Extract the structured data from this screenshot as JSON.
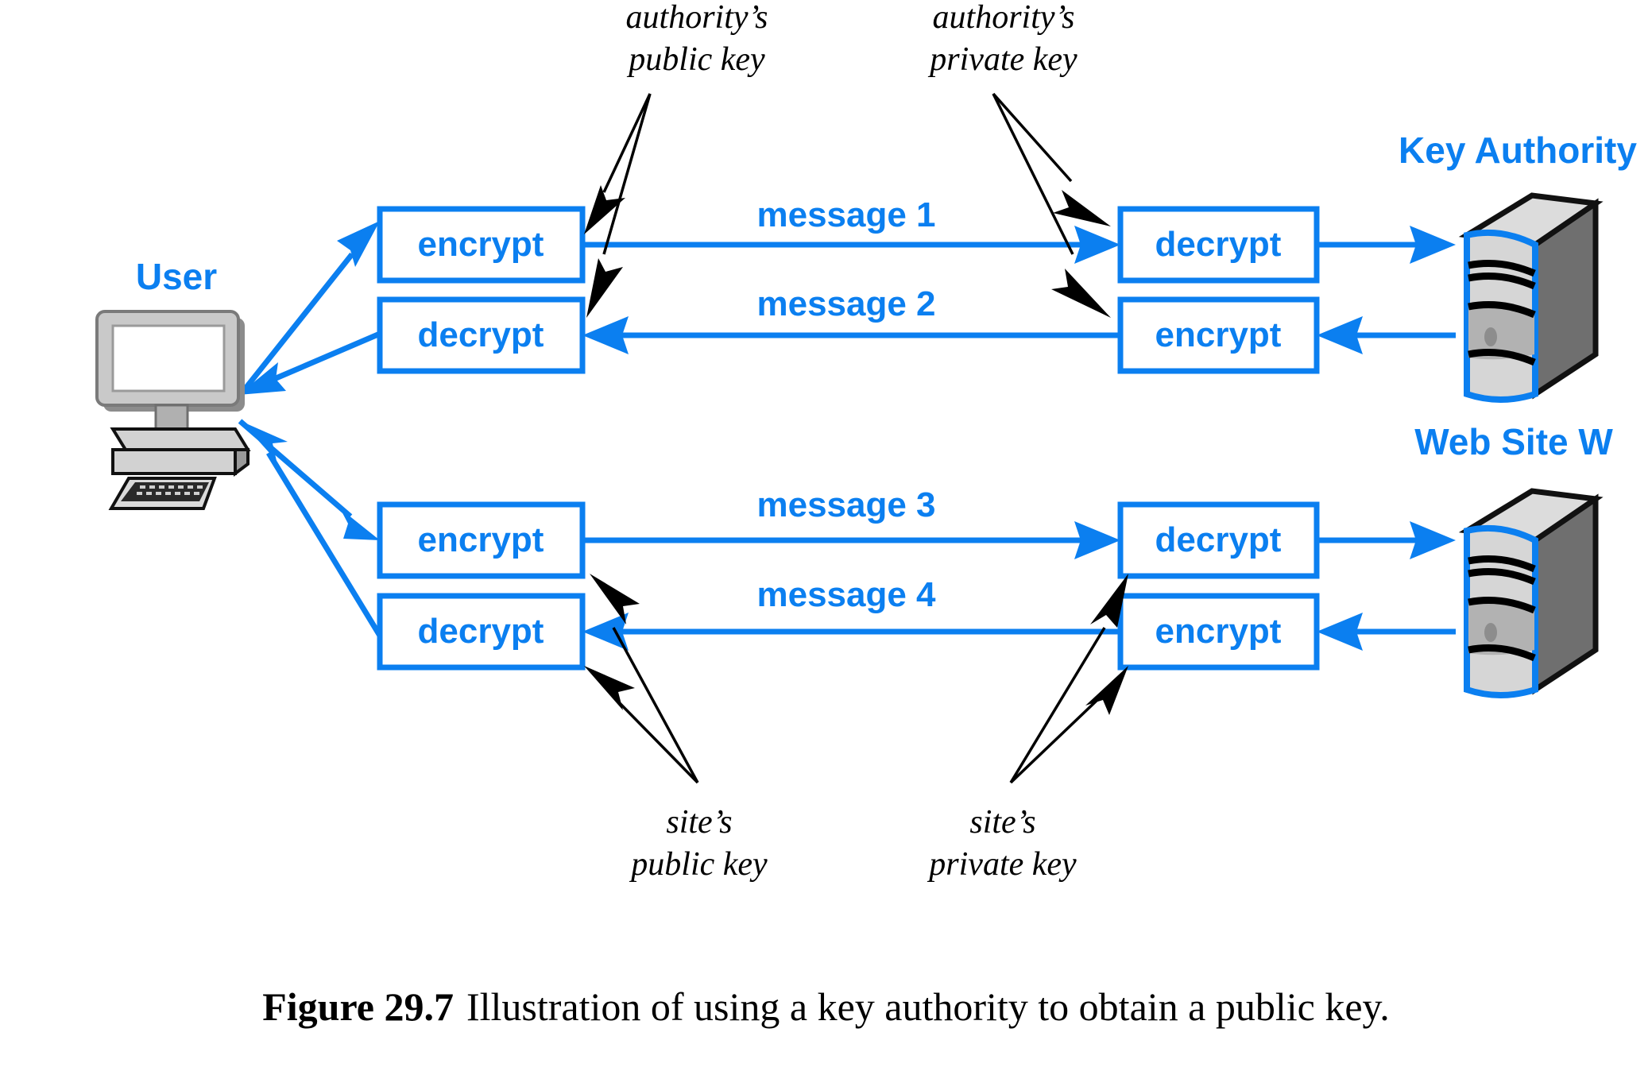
{
  "figure": {
    "caption_number": "Figure 29.7",
    "caption_text": "Illustration of using a key authority to obtain a public key."
  },
  "colors": {
    "accent_blue": "#0b7ff0",
    "black": "#000000",
    "background": "#ffffff",
    "device_light_gray": "#d4d4d4",
    "device_mid_gray": "#a8a8a8",
    "device_dark_gray": "#707070"
  },
  "nodes": {
    "user": {
      "label": "User",
      "icon": "desktop-computer-icon"
    },
    "key_authority": {
      "label": "Key Authority",
      "icon": "server-tower-icon"
    },
    "web_site": {
      "label": "Web Site W",
      "icon": "server-tower-icon"
    }
  },
  "boxes": {
    "user_encrypt_top": "encrypt",
    "user_decrypt_top": "decrypt",
    "authority_decrypt": "decrypt",
    "authority_encrypt": "encrypt",
    "user_encrypt_bottom": "encrypt",
    "user_decrypt_bottom": "decrypt",
    "site_decrypt": "decrypt",
    "site_encrypt": "encrypt"
  },
  "messages": {
    "m1": "message 1",
    "m2": "message 2",
    "m3": "message 3",
    "m4": "message 4"
  },
  "key_labels": {
    "authority_public": {
      "line1": "authority’s",
      "line2": "public key"
    },
    "authority_private": {
      "line1": "authority’s",
      "line2": "private key"
    },
    "site_public": {
      "line1": "site’s",
      "line2": "public key"
    },
    "site_private": {
      "line1": "site’s",
      "line2": "private key"
    }
  }
}
